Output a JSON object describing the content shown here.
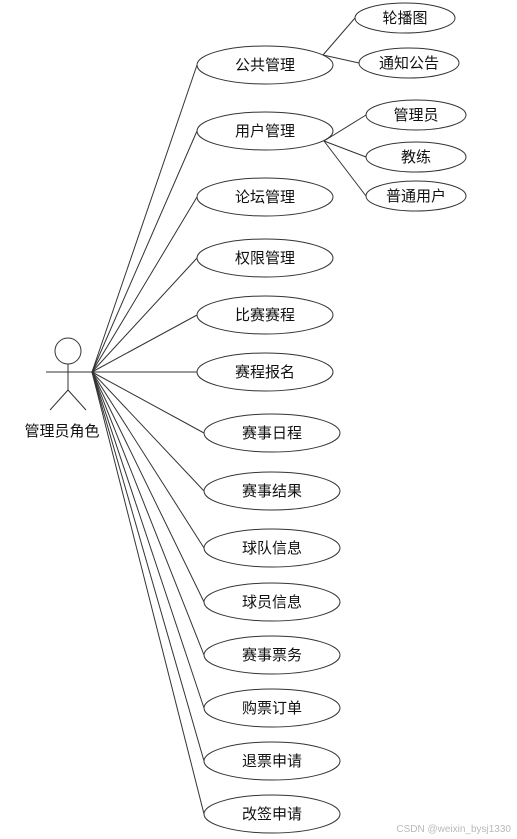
{
  "actor": {
    "label": "管理员角色"
  },
  "use_cases": [
    {
      "id": "uc0",
      "label": "公共管理",
      "children": [
        "轮播图",
        "通知公告"
      ]
    },
    {
      "id": "uc1",
      "label": "用户管理",
      "children": [
        "管理员",
        "教练",
        "普通用户"
      ]
    },
    {
      "id": "uc2",
      "label": "论坛管理",
      "children": []
    },
    {
      "id": "uc3",
      "label": "权限管理",
      "children": []
    },
    {
      "id": "uc4",
      "label": "比赛赛程",
      "children": []
    },
    {
      "id": "uc5",
      "label": "赛程报名",
      "children": []
    },
    {
      "id": "uc6",
      "label": "赛事日程",
      "children": []
    },
    {
      "id": "uc7",
      "label": "赛事结果",
      "children": []
    },
    {
      "id": "uc8",
      "label": "球队信息",
      "children": []
    },
    {
      "id": "uc9",
      "label": "球员信息",
      "children": []
    },
    {
      "id": "uc10",
      "label": "赛事票务",
      "children": []
    },
    {
      "id": "uc11",
      "label": "购票订单",
      "children": []
    },
    {
      "id": "uc12",
      "label": "退票申请",
      "children": []
    },
    {
      "id": "uc13",
      "label": "改签申请",
      "children": []
    }
  ],
  "watermark": "CSDN @weixin_bysj1330",
  "colors": {
    "stroke": "#333333",
    "fill": "#ffffff"
  }
}
